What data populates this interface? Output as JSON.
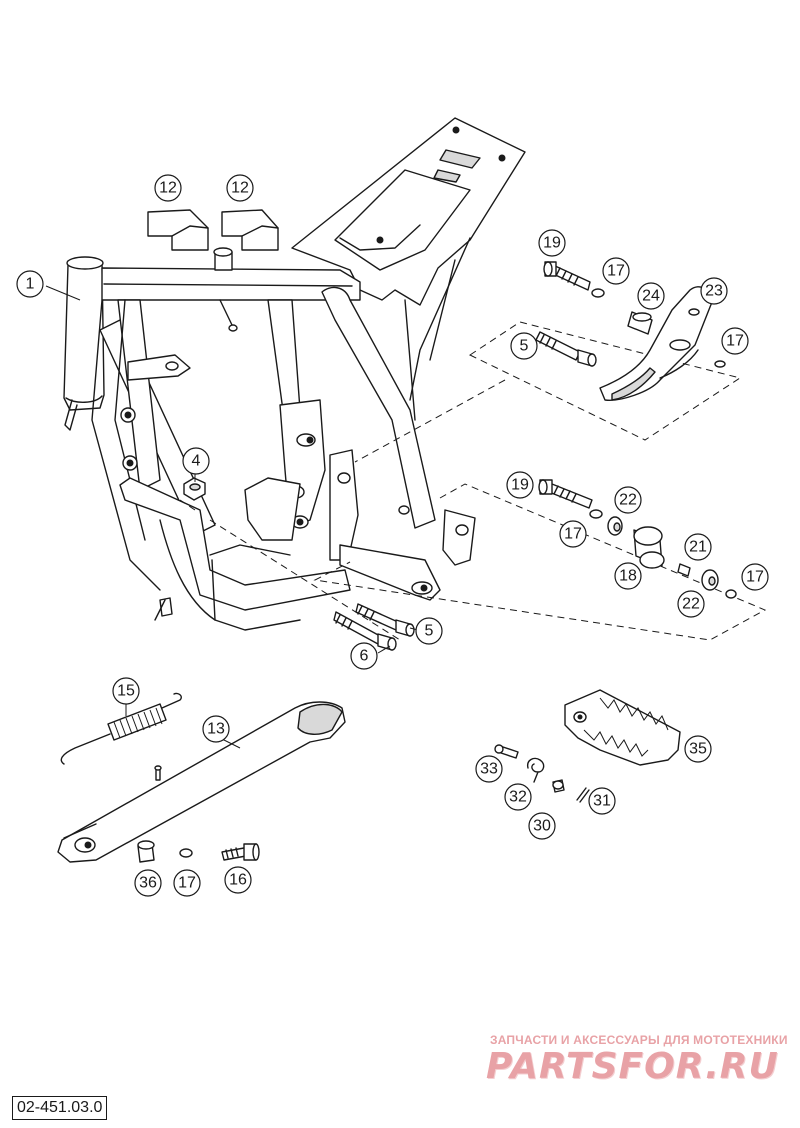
{
  "diagram": {
    "document_code": "02-451.03.0",
    "callouts": {
      "c1": "1",
      "c4": "4",
      "c5a": "5",
      "c5b": "5",
      "c6": "6",
      "c12a": "12",
      "c12b": "12",
      "c13": "13",
      "c15": "15",
      "c16": "16",
      "c17a": "17",
      "c17b": "17",
      "c17c": "17",
      "c17d": "17",
      "c17e": "17",
      "c18": "18",
      "c19a": "19",
      "c19b": "19",
      "c21": "21",
      "c22a": "22",
      "c22b": "22",
      "c23": "23",
      "c24": "24",
      "c30": "30",
      "c31": "31",
      "c32": "32",
      "c33": "33",
      "c35": "35",
      "c36": "36"
    }
  },
  "watermark": {
    "tagline": "ЗАПЧАСТИ И АКСЕССУАРЫ ДЛЯ МОТОТЕХНИКИ",
    "logo": "PARTSFOR.RU",
    "color": "#e8a2a6"
  }
}
